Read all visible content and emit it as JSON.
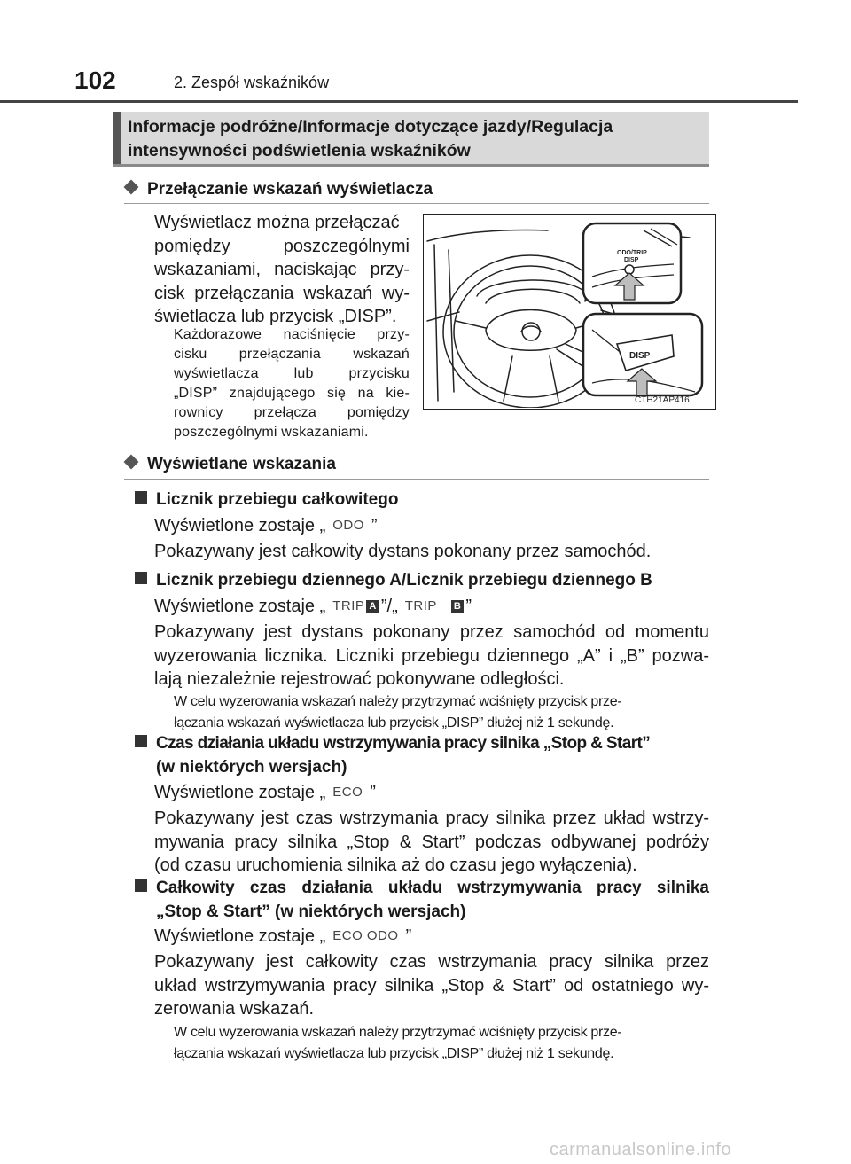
{
  "header": {
    "page_number": "102",
    "chapter_title": "2. Zespół wskaźników"
  },
  "banner": {
    "line1": "Informacje podróżne/Informacje dotyczące jazdy/Regulacja",
    "line2": "intensywności podświetlenia wskaźników"
  },
  "section1": {
    "title": "Przełączanie wskazań wyświetlacza",
    "para_lines": [
      "Wyświetlacz można przełączać",
      "pomiędzy poszczególnymi",
      "wskazaniami, naciskając przy-",
      "cisk przełączania wskazań wy-",
      "świetlacza lub przycisk „DISP”."
    ],
    "note_lines": [
      "Każdorazowe naciśnięcie przy-",
      "cisku przełączania wskazań",
      "wyświetlacza lub przycisku",
      "„DISP” znajdującego się na kie-",
      "rownicy przełącza pomiędzy",
      "poszczególnymi wskazaniami."
    ],
    "figure": {
      "label_odo_trip": "ODO/TRIP",
      "label_disp_small": "DISP",
      "label_disp_big": "DISP",
      "code": "CTH21AP416"
    }
  },
  "section2": {
    "title": "Wyświetlane wskazania",
    "items": [
      {
        "heading": "Licznik przebiegu całkowitego",
        "display_prefix": "Wyświetlone zostaje „",
        "display_code": "ODO",
        "display_suffix": "”",
        "desc": "Pokazywany jest całkowity dystans pokonany przez samochód."
      },
      {
        "heading": "Licznik przebiegu dziennego A/Licznik przebiegu dziennego B",
        "display_prefix": "Wyświetlone zostaje „",
        "code_a": "TRIP",
        "badge_a": "A",
        "separator": "”/„",
        "code_b": "TRIP",
        "badge_b": "B",
        "display_suffix": "”",
        "desc_lines": [
          "Pokazywany jest dystans pokonany przez samochód od momentu",
          "wyzerowania licznika. Liczniki przebiegu dziennego „A” i „B” pozwa-",
          "lają niezależnie rejestrować pokonywane odległości."
        ],
        "note_lines": [
          "W celu wyzerowania wskazań należy przytrzymać wciśnięty przycisk prze-",
          "łączania wskazań wyświetlacza lub przycisk „DISP” dłużej niż 1 sekundę."
        ]
      },
      {
        "heading_lines": [
          "Czas działania układu wstrzymywania pracy silnika „Stop & Start”",
          "(w niektórych wersjach)"
        ],
        "display_prefix": "Wyświetlone zostaje „",
        "display_code": "ECO",
        "display_suffix": "”",
        "desc_lines": [
          "Pokazywany jest czas wstrzymania pracy silnika przez układ wstrzy-",
          "mywania pracy silnika „Stop & Start” podczas odbywanej podróży",
          "(od czasu uruchomienia silnika aż do czasu jego wyłączenia)."
        ]
      },
      {
        "heading_lines": [
          "Całkowity czas działania układu wstrzymywania pracy silnika",
          "„Stop & Start” (w niektórych wersjach)"
        ],
        "display_prefix": "Wyświetlone zostaje „",
        "display_code": "ECO ODO",
        "display_suffix": "”",
        "desc_lines": [
          "Pokazywany jest całkowity czas wstrzymania pracy silnika przez",
          "układ wstrzymywania pracy silnika „Stop & Start” od ostatniego wy-",
          "zerowania wskazań."
        ],
        "note_lines": [
          "W celu wyzerowania wskazań należy przytrzymać wciśnięty przycisk prze-",
          "łączania wskazań wyświetlacza lub przycisk „DISP” dłużej niż 1 sekundę."
        ]
      }
    ]
  },
  "watermark": "carmanualsonline.info"
}
